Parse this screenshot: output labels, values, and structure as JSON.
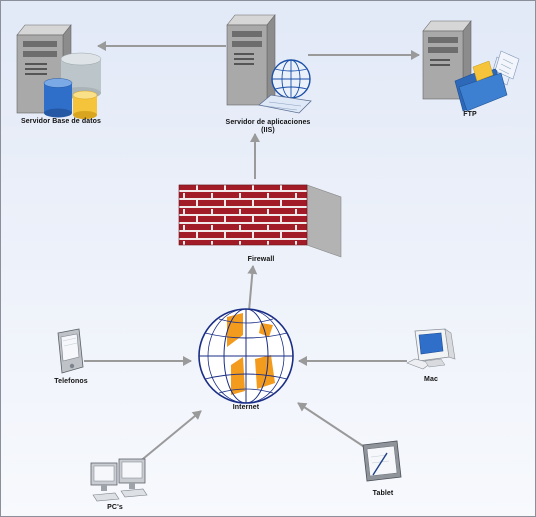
{
  "nodes": {
    "db_server": {
      "label": "Servidor Base de datos"
    },
    "app_server": {
      "label": "Servidor de aplicaciones\n(IIS)"
    },
    "ftp": {
      "label": "FTP"
    },
    "firewall": {
      "label": "Firewall"
    },
    "internet": {
      "label": "Internet"
    },
    "phones": {
      "label": "Telefonos"
    },
    "mac": {
      "label": "Mac"
    },
    "pcs": {
      "label": "PC's"
    },
    "tablet": {
      "label": "Tablet"
    }
  },
  "edges": [
    {
      "from": "app_server",
      "to": "db_server"
    },
    {
      "from": "app_server",
      "to": "ftp"
    },
    {
      "from": "firewall",
      "to": "app_server"
    },
    {
      "from": "internet",
      "to": "firewall"
    },
    {
      "from": "phones",
      "to": "internet"
    },
    {
      "from": "mac",
      "to": "internet"
    },
    {
      "from": "pcs",
      "to": "internet"
    },
    {
      "from": "tablet",
      "to": "internet"
    }
  ],
  "colors": {
    "edge": "#9a9a9a",
    "firewall_brick": "#9c1b25",
    "globe_land": "#f29b1d",
    "globe_line": "#1a2e86",
    "folder": "#3d7fd0",
    "database": "#2f6fc9",
    "cylinder_gold": "#f5c43a",
    "server_body": "#a9a9a9"
  }
}
